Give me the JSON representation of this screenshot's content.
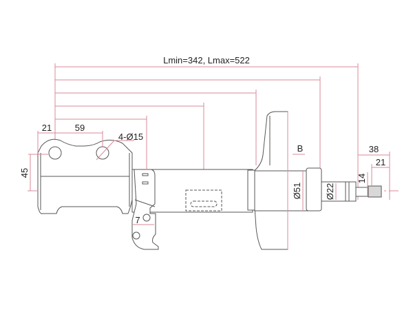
{
  "drawing": {
    "title": "Lmin=342, Lmax=522",
    "labels": {
      "bracket_offset": "21",
      "hole_spacing": "59",
      "holes": "4-Ø15",
      "bracket_height": "45",
      "tab_hole": "7",
      "section_mark": "B",
      "tube_diameter": "Ø51",
      "rod_diameter": "Ø22",
      "thread_diameter": "14",
      "stud_length": "38",
      "thread_length": "21"
    },
    "colors": {
      "dimension": "#d98a9a",
      "outline": "#555555",
      "text": "#222222"
    }
  }
}
